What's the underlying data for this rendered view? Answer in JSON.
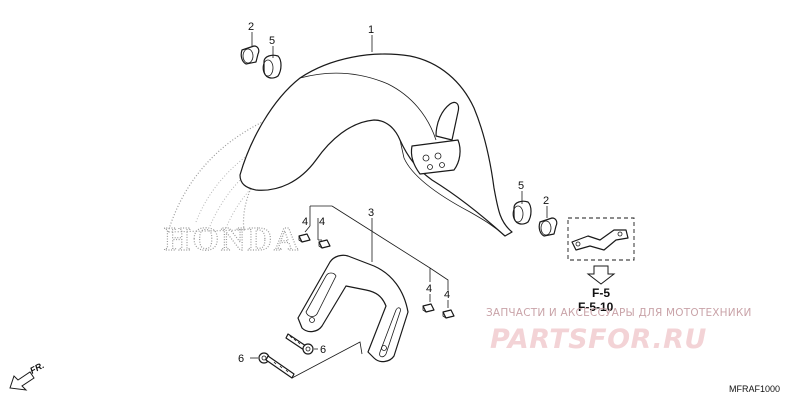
{
  "callouts": {
    "c1": "1",
    "c2_top": "2",
    "c5_top": "5",
    "c5_right": "5",
    "c2_right": "2",
    "c3": "3",
    "c4_a": "4",
    "c4_b": "4",
    "c4_c": "4",
    "c4_d": "4",
    "c6_a": "6",
    "c6_b": "6"
  },
  "refs": {
    "ref1": "F-5",
    "ref2": "F-5-10"
  },
  "watermark": {
    "brand": "HONDA",
    "shop_line": "ЗАПЧАСТИ И АКСЕССУАРЫ ДЛЯ МОТОТЕХНИКИ",
    "shop_logo": "PARTSFOR.RU"
  },
  "direction_label": "FR.",
  "diagram_code": "MFRAF1000",
  "colors": {
    "ink": "#1a1a1a",
    "watermark_gray": "#9a9a9a",
    "watermark_pink": "#f3d3d6"
  }
}
